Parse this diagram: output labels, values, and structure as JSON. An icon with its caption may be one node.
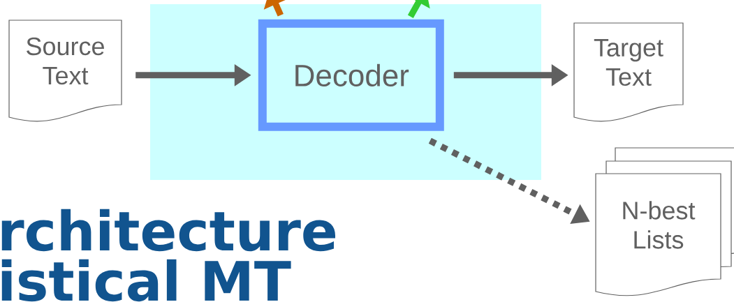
{
  "diagram": {
    "nodes": [
      {
        "text": [],
        "shape": "box"
      },
      {
        "text": [
          "Source Text"
        ]
      },
      {
        "text": [
          "Decoder"
        ],
        "in": 0
      },
      {
        "text": [
          "Target Text"
        ]
      },
      {
        "text": [
          "N-best Lists"
        ]
      }
    ],
    "edges": [
      {
        "from": 1,
        "to": 2,
        "arrow": "to"
      },
      {
        "from": 2,
        "to": 3,
        "arrow": "to"
      },
      {
        "from": 2,
        "to": 4,
        "arrow": "to",
        "style": "dashed"
      },
      {
        "from": 2,
        "to": null,
        "arrow": "to",
        "color": "#cc6600"
      },
      {
        "from": 2,
        "to": null,
        "arrow": "to",
        "color": "#33cc33"
      }
    ],
    "labels": [
      "rchitecture",
      "istical MT"
    ]
  }
}
